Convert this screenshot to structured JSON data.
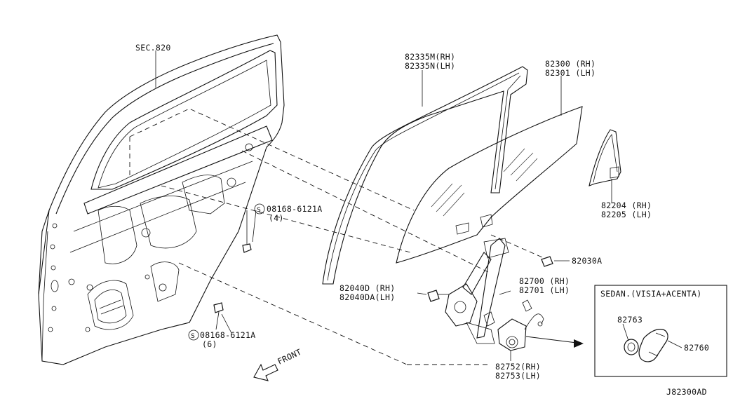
{
  "labels": {
    "sec": "SEC.820",
    "sash_rh": "82335M(RH)",
    "sash_lh": "82335N(LH)",
    "glass_rh": "82300 (RH)",
    "glass_lh": "82301 (LH)",
    "bolt_top": "08168-6121A",
    "bolt_top_qty": "(4)",
    "bolt_bottom": "08168-6121A",
    "bolt_bottom_qty": "(6)",
    "corner_rh": "82204 (RH)",
    "corner_lh": "82205 (LH)",
    "clip": "82030A",
    "bolt_side_rh": "82040D (RH)",
    "bolt_side_lh": "82040DA(LH)",
    "regulator_rh": "82700 (RH)",
    "regulator_lh": "82701 (LH)",
    "motor_rh": "82752(RH)",
    "motor_lh": "82753(LH)",
    "front": "FRONT",
    "sedan_title": "SEDAN.(VISIA+ACENTA)",
    "handle_washer": "82763",
    "handle": "82760",
    "diagram_code": "J82300AD"
  },
  "icons": [
    "screw-symbol-icon",
    "front-arrow-icon"
  ]
}
